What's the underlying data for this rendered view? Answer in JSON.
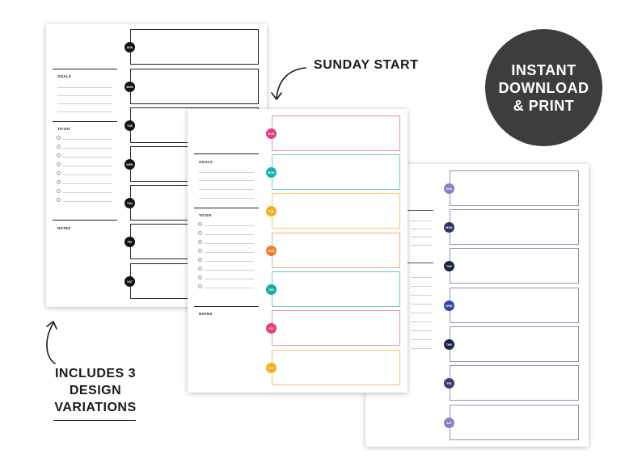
{
  "callouts": {
    "sunday_start": "SUNDAY START",
    "badge_lines": [
      "INSTANT",
      "DOWNLOAD",
      "& PRINT"
    ],
    "variations_lines": [
      "INCLUDES 3",
      "DESIGN",
      "VARIATIONS"
    ]
  },
  "planner": {
    "goals_label": "GOALS",
    "todo_label": "TO-DO",
    "notes_label": "NOTES",
    "days": [
      "SUN",
      "MON",
      "TUE",
      "WED",
      "THU",
      "FRI",
      "SAT"
    ]
  },
  "colors": {
    "black": "#111111",
    "colorful": [
      "#e83c84",
      "#16b3b3",
      "#f2b01e",
      "#f07e2c",
      "#14aaa5",
      "#ea3d7c",
      "#f2b01e"
    ],
    "colorful_borders": [
      "#ee8fb6",
      "#6fd1d1",
      "#f6c965",
      "#f4aa74",
      "#67cdca",
      "#f18fb3",
      "#f6c965"
    ],
    "navy": [
      "#8a7fc4",
      "#2b3560",
      "#1c2340",
      "#2f4aa1",
      "#1d2544",
      "#3a3f73",
      "#8a7fc4"
    ],
    "navy_border": "#8f93b0",
    "badge": "#3d3d3d"
  }
}
